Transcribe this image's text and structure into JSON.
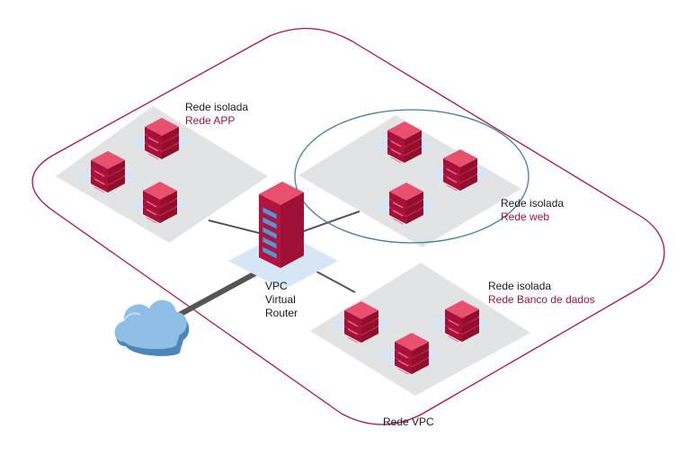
{
  "networks": {
    "app": {
      "title": "Rede isolada",
      "name": "Rede APP"
    },
    "web": {
      "title": "Rede isolada",
      "name": "Rede web"
    },
    "db": {
      "title": "Rede isolada",
      "name": "Rede Banco de dados"
    }
  },
  "router": {
    "line1": "VPC",
    "line2": "Virtual",
    "line3": "Router"
  },
  "vpc": {
    "label": "Rede VPC"
  },
  "colors": {
    "vpc_border": "#b5123f",
    "server": "#c8163f",
    "server_dark": "#8f0f2d",
    "server_light": "#e8506e",
    "platform": "#e2e3e5",
    "pad": "#d6e6f4",
    "web_circle": "#3f7fa8",
    "cloud": "#6fa8dc",
    "link": "#555555"
  },
  "icons": [
    "server-icon",
    "router-icon",
    "cloud-icon"
  ]
}
